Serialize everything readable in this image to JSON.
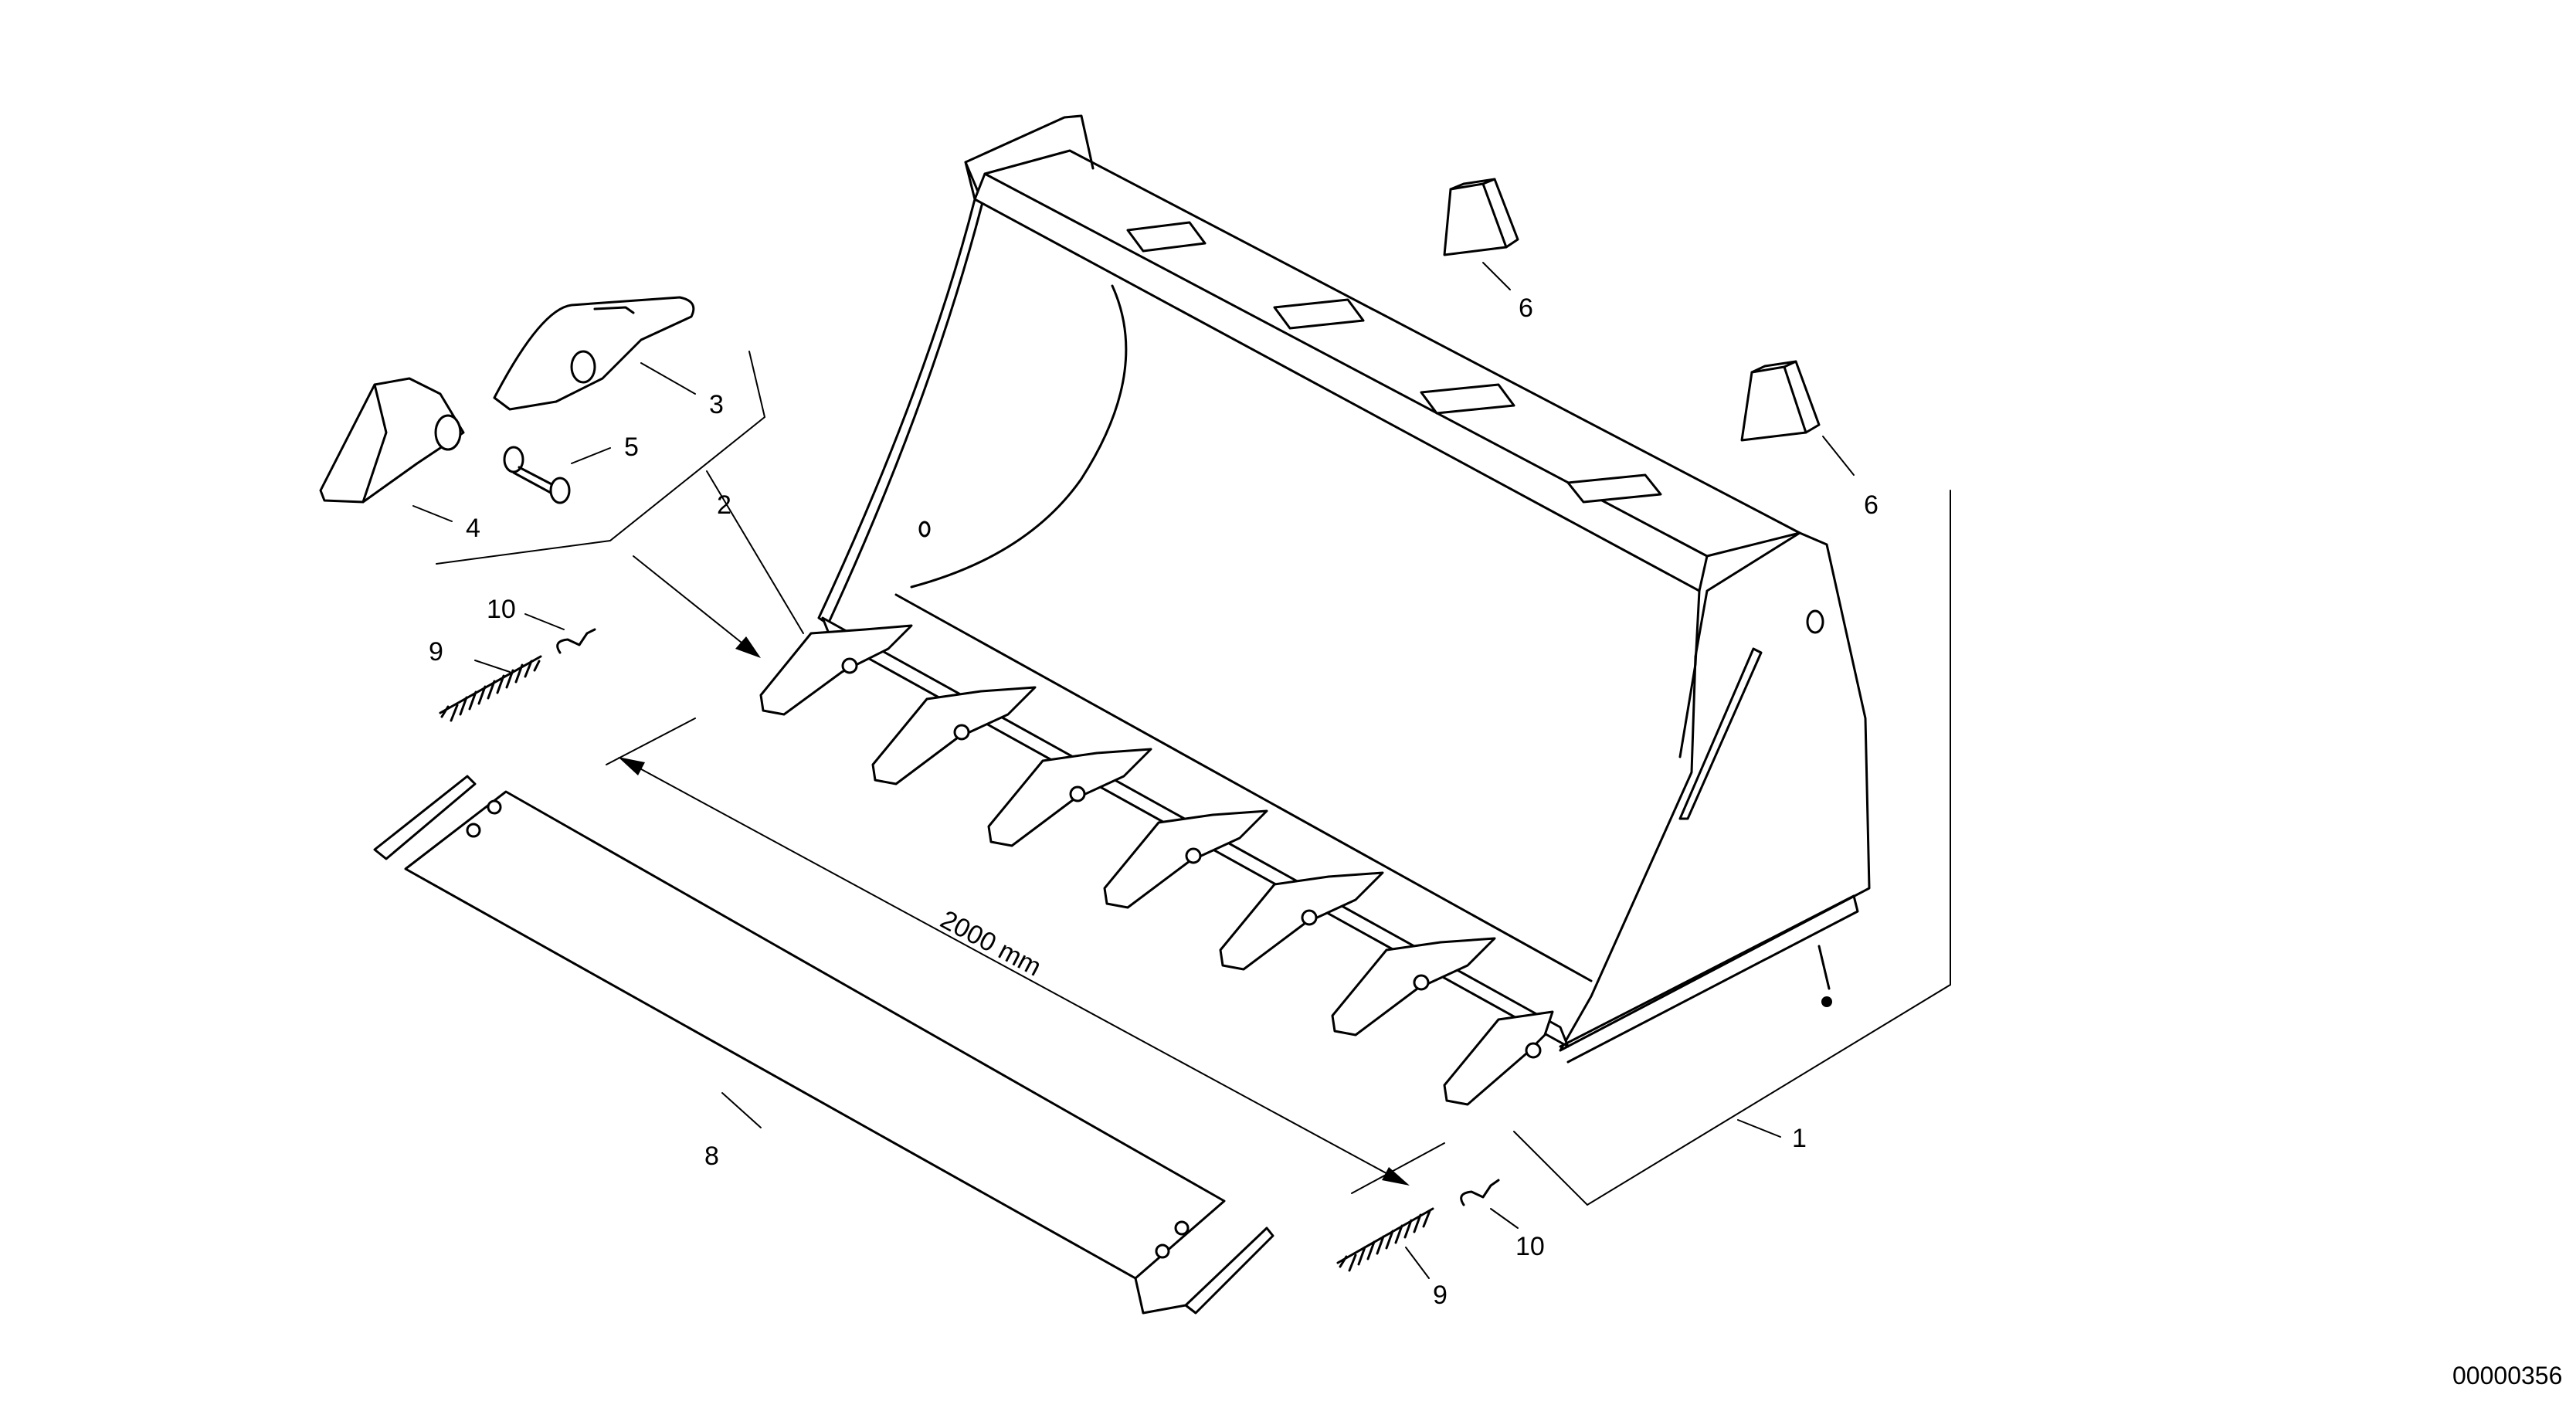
{
  "callouts": {
    "c1": "1",
    "c2": "2",
    "c3": "3",
    "c4": "4",
    "c5": "5",
    "c6a": "6",
    "c6b": "6",
    "c8": "8",
    "c9a": "9",
    "c9b": "9",
    "c10a": "10",
    "c10b": "10"
  },
  "dimension": {
    "width_label": "2000 mm"
  },
  "drawing_number": "00000356"
}
